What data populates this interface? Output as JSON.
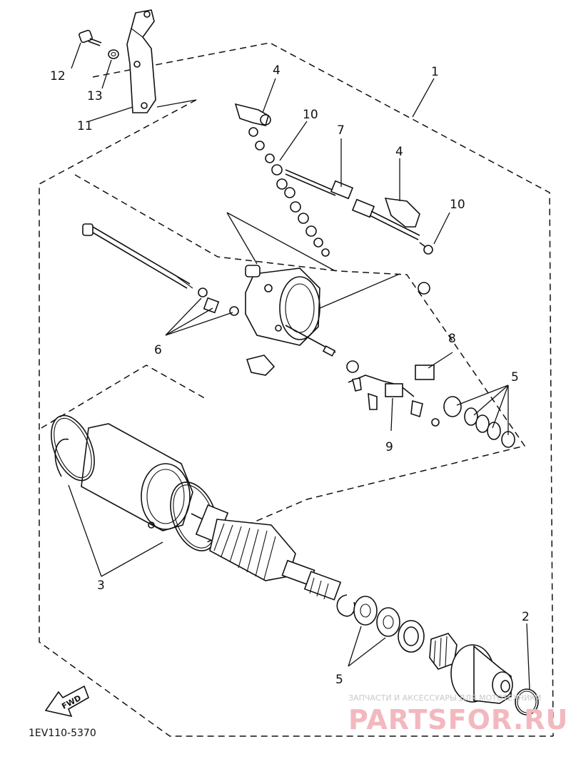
{
  "labels": {
    "p1": "1",
    "p2": "2",
    "p3": "3",
    "p4a": "4",
    "p4b": "4",
    "p5a": "5",
    "p5b": "5",
    "p6": "6",
    "p7": "7",
    "p8": "8",
    "p9": "9",
    "p10a": "10",
    "p10b": "10",
    "p11": "11",
    "p12": "12",
    "p13": "13"
  },
  "drawing_code": "1EV110-5370",
  "fwd_label": "FWD",
  "watermark": {
    "top": "ЗАПЧАСТИ И АКСЕССУАРЫ ДЛЯ МОТОТЕХНИКИ",
    "main": "PARTSFOR.RU"
  }
}
